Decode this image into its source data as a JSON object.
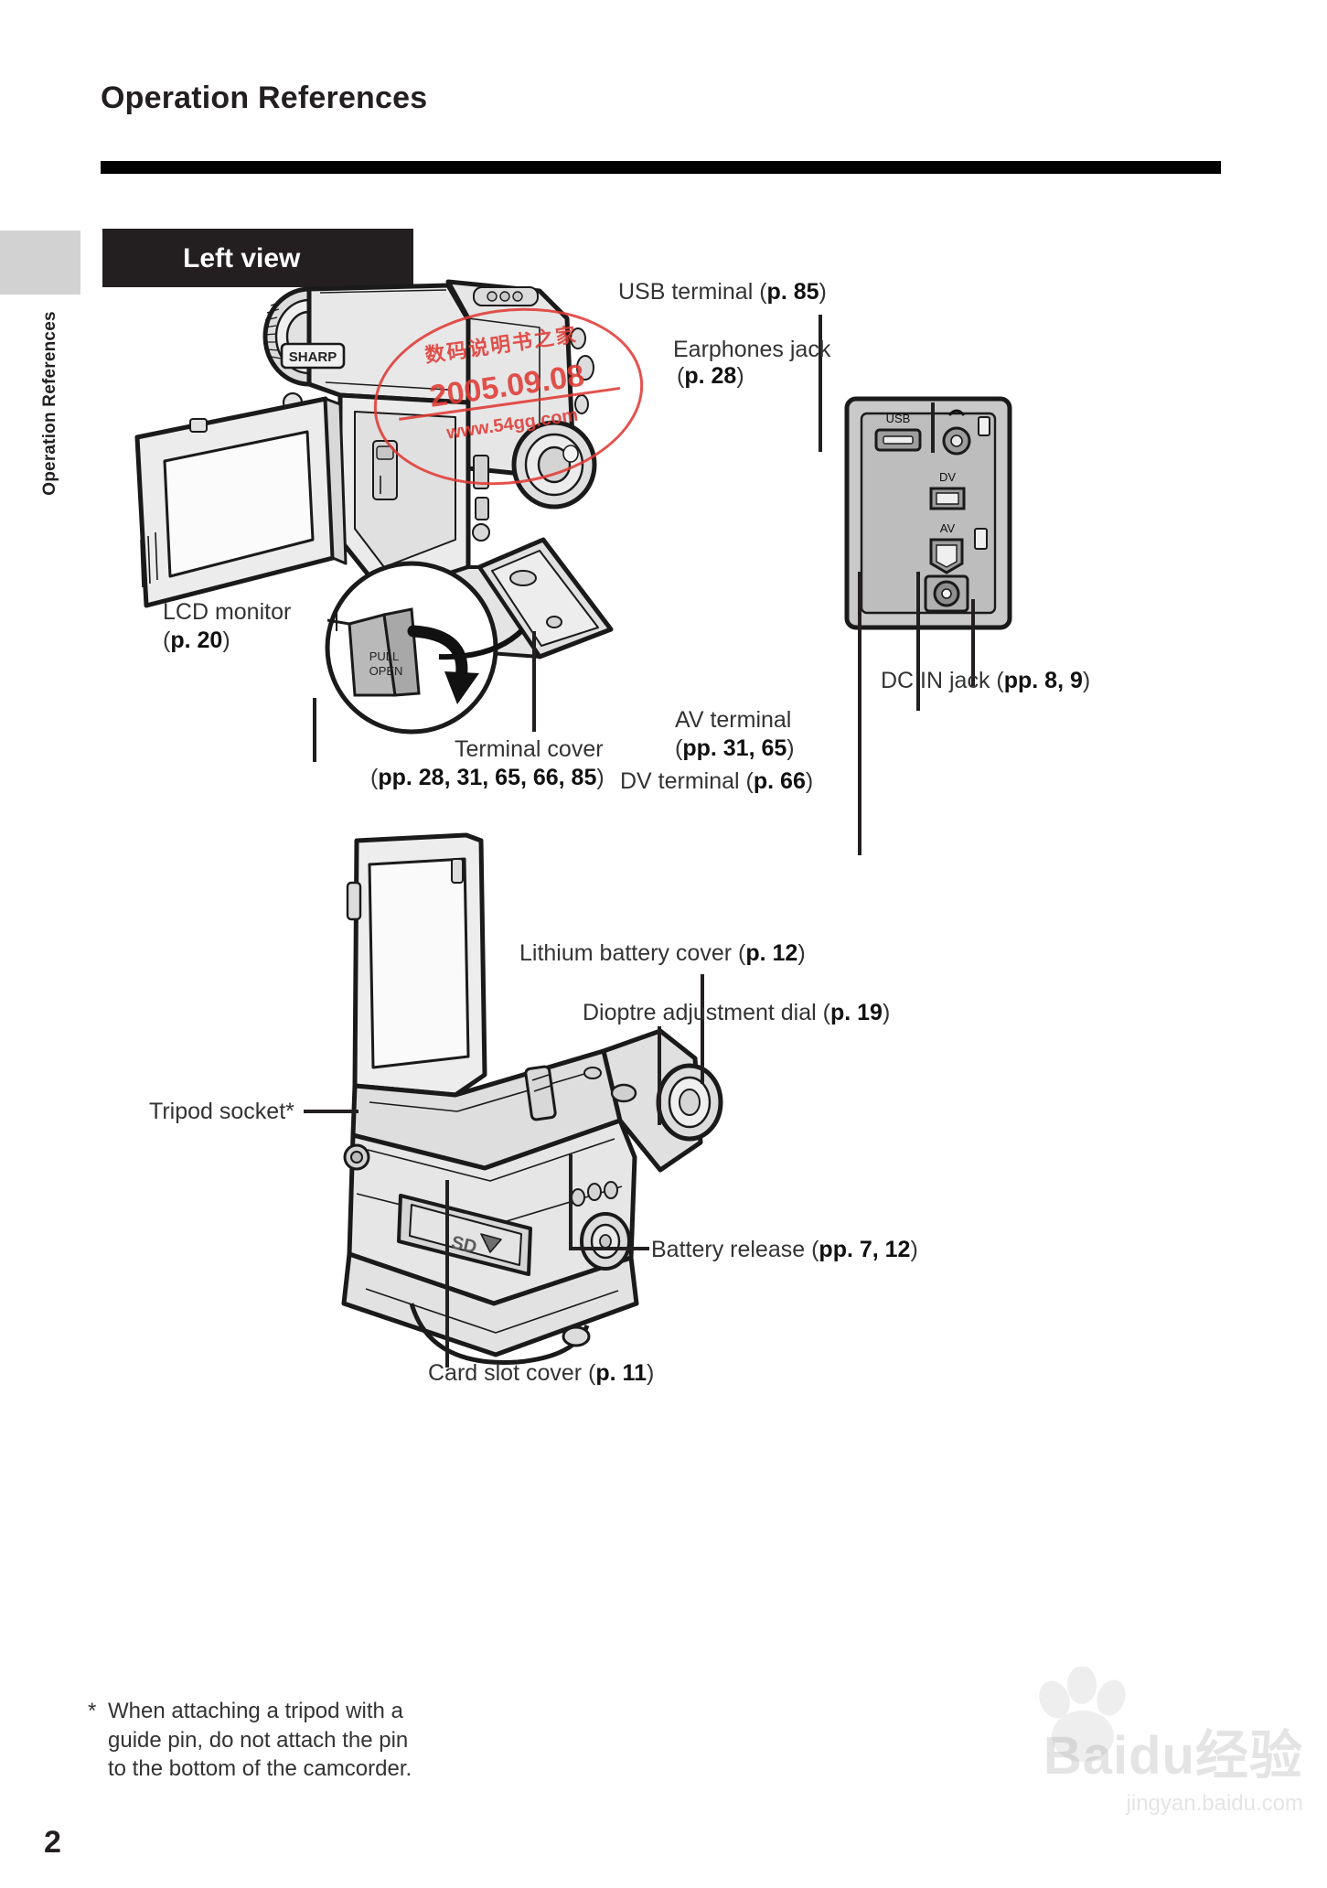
{
  "document": {
    "title": "Operation References",
    "side_tab_label": "Operation References",
    "page_number": "2"
  },
  "section": {
    "banner_label": "Left view"
  },
  "figure1": {
    "name": "left-view-camcorder-diagram",
    "callouts": [
      {
        "key": "usb",
        "text": "USB terminal (p. 85)",
        "plain": "USB terminal (",
        "bold": "p. 85",
        "tail": ")"
      },
      {
        "key": "earphones_l1",
        "text": "Earphones jack",
        "plain": "Earphones jack"
      },
      {
        "key": "earphones_l2",
        "text": "(p. 28)",
        "plain": "(",
        "bold": "p. 28",
        "tail": ")"
      },
      {
        "key": "lcd_l1",
        "text": "LCD monitor",
        "plain": "LCD monitor"
      },
      {
        "key": "lcd_l2",
        "text": "(p. 20)",
        "plain": "(",
        "bold": "p. 20",
        "tail": ")"
      },
      {
        "key": "terminal_l1",
        "text": "Terminal cover",
        "plain": "Terminal cover"
      },
      {
        "key": "terminal_l2",
        "text": "(pp. 28, 31, 65, 66, 85)",
        "plain": "(",
        "bold": "pp. 28, 31, 65, 66, 85",
        "tail": ")"
      },
      {
        "key": "dcin",
        "text": "DC IN jack  (pp. 8, 9)",
        "plain": "DC IN jack  (",
        "bold": "pp. 8, 9",
        "tail": ")"
      },
      {
        "key": "av_l1",
        "text": "AV terminal",
        "plain": "AV terminal"
      },
      {
        "key": "av_l2",
        "text": "(pp. 31, 65)",
        "plain": "(",
        "bold": "pp. 31, 65",
        "tail": ")"
      },
      {
        "key": "dv",
        "text": "DV terminal (p. 66)",
        "plain": "DV terminal (",
        "bold": "p. 66",
        "tail": ")"
      }
    ],
    "port_labels": [
      "USB",
      "DV",
      "AV"
    ],
    "detail_label_line1": "PULL",
    "detail_label_line2": "OPEN",
    "brand_badge": "SHARP"
  },
  "figure2": {
    "name": "bottom-view-camcorder-diagram",
    "callouts": [
      {
        "key": "lithium",
        "text": "Lithium battery cover (p. 12)",
        "plain": "Lithium battery cover (",
        "bold": "p. 12",
        "tail": ")"
      },
      {
        "key": "dioptre",
        "text": "Dioptre adjustment dial (p. 19)",
        "plain": "Dioptre adjustment dial (",
        "bold": "p. 19",
        "tail": ")"
      },
      {
        "key": "tripod",
        "text": "Tripod socket*",
        "plain": "Tripod socket*"
      },
      {
        "key": "battery",
        "text": "Battery release (pp. 7, 12)",
        "plain": "Battery release (",
        "bold": "pp. 7, 12",
        "tail": ")"
      },
      {
        "key": "cardslot",
        "text": "Card slot cover (p. 11)",
        "plain": "Card slot cover (",
        "bold": "p. 11",
        "tail": ")"
      }
    ],
    "card_badge": "SD"
  },
  "footnote": {
    "marker": "*",
    "text": "When attaching a tripod with a guide pin, do not attach the pin to the bottom of the camcorder."
  },
  "watermarks": {
    "stamp_line1": "数码说明书之家",
    "stamp_line2": "2005.09.08",
    "stamp_line3": "www.54gg.com",
    "baidu_main": "Baidu经验",
    "baidu_sub": "jingyan.baidu.com"
  },
  "colors": {
    "ink": "#231f20",
    "stamp_red": "#e03b35",
    "tab_grey": "#d2d2d2",
    "fill_light": "#e8e8e8",
    "fill_mid": "#c9c9c9",
    "fill_dark": "#a8a8a8"
  }
}
